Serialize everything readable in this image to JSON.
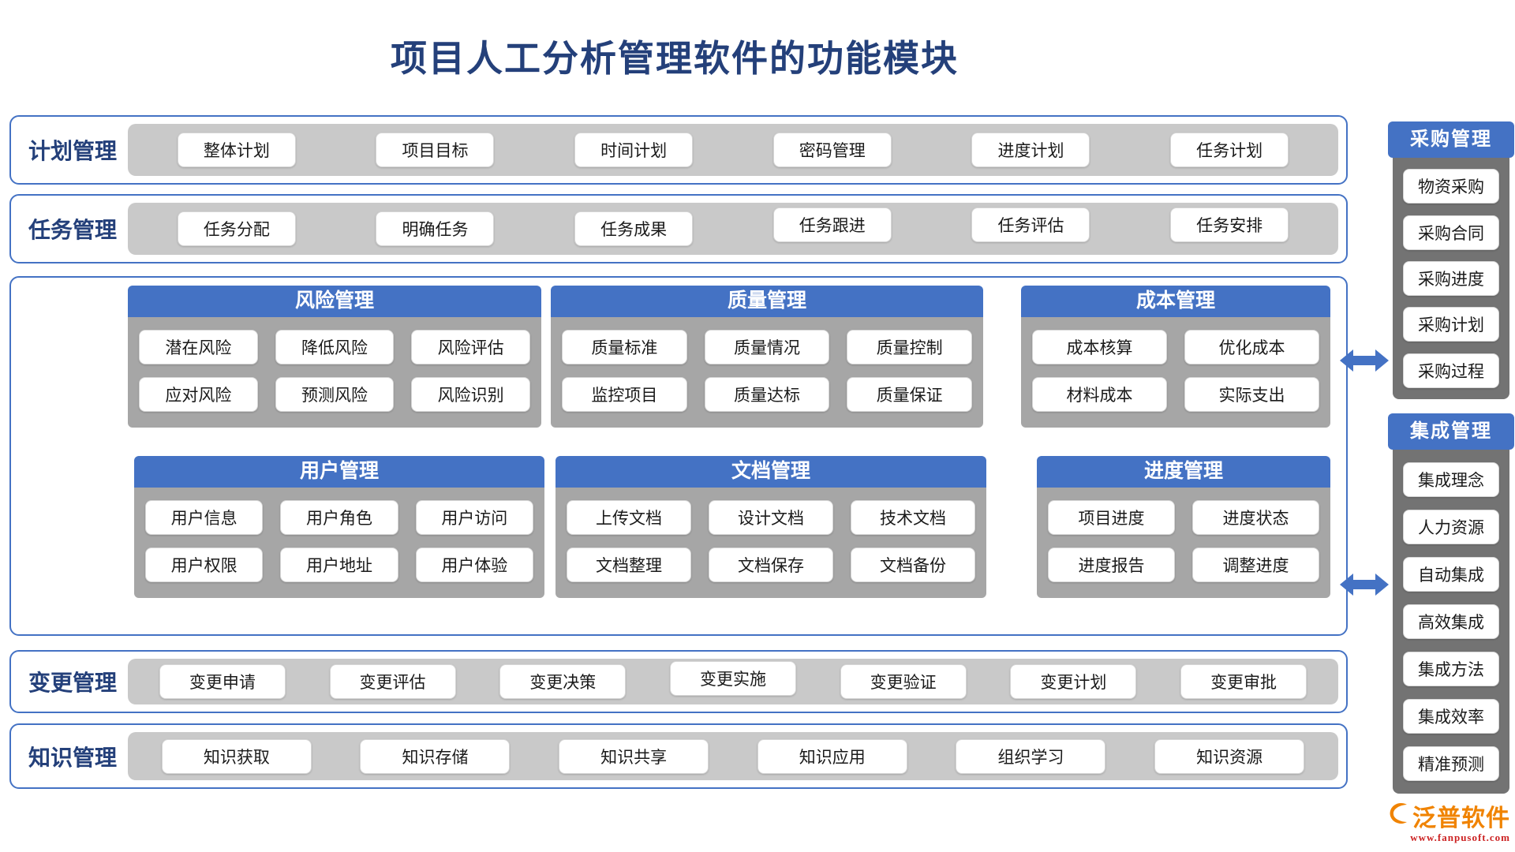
{
  "title": "项目人工分析管理软件的功能模块",
  "bands": [
    {
      "label": "计划管理",
      "items": [
        "整体计划",
        "项目目标",
        "时间计划",
        "密码管理",
        "进度计划",
        "任务计划"
      ]
    },
    {
      "label": "任务管理",
      "items": [
        "任务分配",
        "明确任务",
        "任务成果",
        "任务跟进",
        "任务评估",
        "任务安排"
      ]
    },
    {
      "label": "变更管理",
      "items": [
        "变更申请",
        "变更评估",
        "变更决策",
        "变更实施",
        "变更验证",
        "变更计划",
        "变更审批"
      ]
    },
    {
      "label": "知识管理",
      "items": [
        "知识获取",
        "知识存储",
        "知识共享",
        "知识应用",
        "组织学习",
        "知识资源"
      ]
    }
  ],
  "panels": [
    {
      "title": "风险管理",
      "items": [
        "潜在风险",
        "降低风险",
        "风险评估",
        "应对风险",
        "预测风险",
        "风险识别"
      ]
    },
    {
      "title": "质量管理",
      "items": [
        "质量标准",
        "质量情况",
        "质量控制",
        "监控项目",
        "质量达标",
        "质量保证"
      ]
    },
    {
      "title": "成本管理",
      "items": [
        "成本核算",
        "优化成本",
        "材料成本",
        "实际支出"
      ]
    },
    {
      "title": "用户管理",
      "items": [
        "用户信息",
        "用户角色",
        "用户访问",
        "用户权限",
        "用户地址",
        "用户体验"
      ]
    },
    {
      "title": "文档管理",
      "items": [
        "上传文档",
        "设计文档",
        "技术文档",
        "文档整理",
        "文档保存",
        "文档备份"
      ]
    },
    {
      "title": "进度管理",
      "items": [
        "项目进度",
        "进度状态",
        "进度报告",
        "调整进度"
      ]
    }
  ],
  "sidebar": [
    {
      "title": "采购管理",
      "items": [
        "物资采购",
        "采购合同",
        "采购进度",
        "采购计划",
        "采购过程"
      ]
    },
    {
      "title": "集成管理",
      "items": [
        "集成理念",
        "人力资源",
        "自动集成",
        "高效集成",
        "集成方法",
        "集成效率",
        "精准预测"
      ]
    }
  ],
  "logo": {
    "name": "泛普软件",
    "url": "www.fanpusoft.com"
  },
  "colors": {
    "accent_blue": "#4472C4",
    "title_navy": "#24407A",
    "band_strip_gray": "#C9C9C9",
    "panel_body_gray": "#A6A6A6",
    "sidebar_body_gray": "#737373",
    "logo_orange": "#F08300",
    "logo_url_red": "#CC2222"
  }
}
